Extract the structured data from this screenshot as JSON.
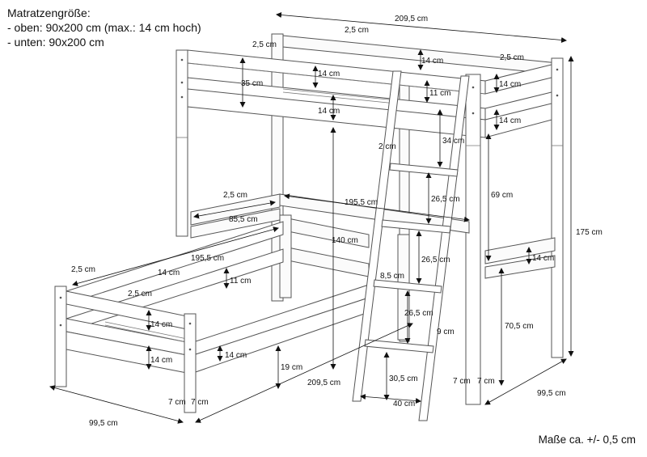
{
  "header": {
    "title": "Matratzengröße:",
    "top": "- oben: 90x200 cm (max.: 14 cm hoch)",
    "bottom": "- unten: 90x200 cm"
  },
  "footer": {
    "tolerance": "Maße ca. +/- 0,5 cm"
  },
  "dimensions": {
    "top_length": "209,5 cm",
    "top_post_a": "2,5 cm",
    "top_post_b": "2,5 cm",
    "top_post_c": "2,5 cm",
    "top_rail_a": "14 cm",
    "top_rail_b": "14 cm",
    "top_rail_c": "14 cm",
    "top_rail_d": "14 cm",
    "top_rail_e": "14 cm",
    "top_gap": "11 cm",
    "guard_height": "35 cm",
    "ladder_top_gap": "2 cm",
    "ladder_up": "34 cm",
    "ladder_step_a": "26,5 cm",
    "ladder_step_b": "26,5 cm",
    "ladder_step_c": "26,5 cm",
    "ladder_step_depth": "8,5 cm",
    "ladder_width_9": "9 cm",
    "ladder_bottom": "30,5 cm",
    "ladder_width": "40 cm",
    "under_clear": "69 cm",
    "side_height": "140 cm",
    "lower_inner": "195,5 cm",
    "lower_inner_b": "195,5 cm",
    "lower_post_2_5": "2,5 cm",
    "lower_post_2_5_b": "2,5 cm",
    "lower_post_2_5_c": "2,5 cm",
    "lower_head": "85,5 cm",
    "lower_rail_a": "14 cm",
    "lower_rail_b": "14 cm",
    "lower_rail_c": "14 cm",
    "lower_rail_d": "14 cm",
    "lower_gap": "11 cm",
    "floor_clear": "19 cm",
    "lower_length": "209,5 cm",
    "lower_depth": "99,5 cm",
    "post_7a": "7 cm",
    "post_7b": "7 cm",
    "post_7c": "7 cm",
    "post_7d": "7 cm",
    "right_depth": "99,5 cm",
    "total_height": "175 cm",
    "right_height": "70,5 cm",
    "right_rail": "14 cm"
  }
}
